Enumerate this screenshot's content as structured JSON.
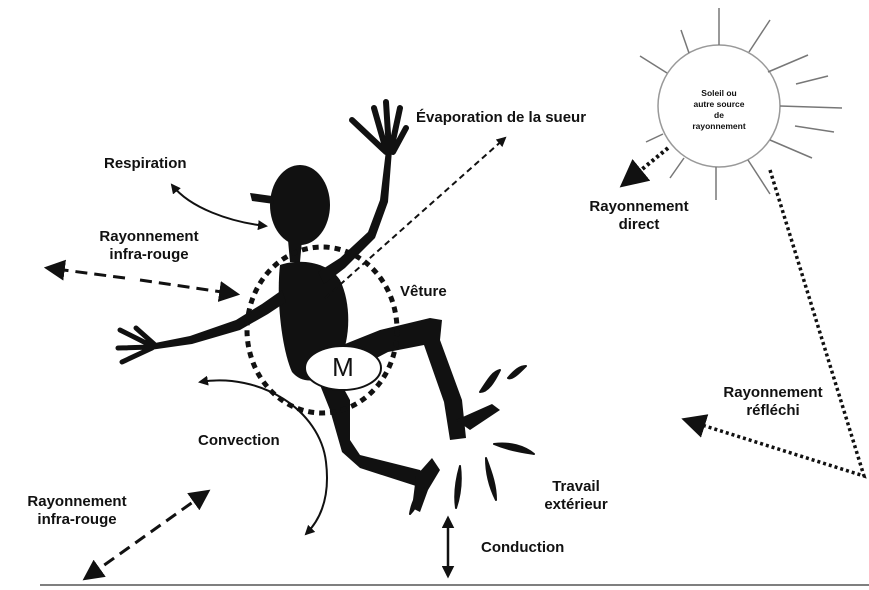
{
  "labels": {
    "evaporation": "Évaporation de la sueur",
    "respiration": "Respiration",
    "ir_top_line1": "Rayonnement",
    "ir_top_line2": "infra-rouge",
    "veture": "Vêture",
    "convection": "Convection",
    "ir_bottom_line1": "Rayonnement",
    "ir_bottom_line2": "infra-rouge",
    "travail_line1": "Travail",
    "travail_line2": "extérieur",
    "conduction": "Conduction",
    "direct_line1": "Rayonnement",
    "direct_line2": "direct",
    "reflechi_line1": "Rayonnement",
    "reflechi_line2": "réfléchi",
    "metabolism": "M"
  },
  "sun": {
    "line1": "Soleil ou",
    "line2": "autre source",
    "line3": "de",
    "line4": "rayonnement"
  },
  "icons": [
    "human-figure-icon",
    "sun-icon"
  ],
  "colors": {
    "ink": "#111111",
    "background": "#ffffff"
  }
}
